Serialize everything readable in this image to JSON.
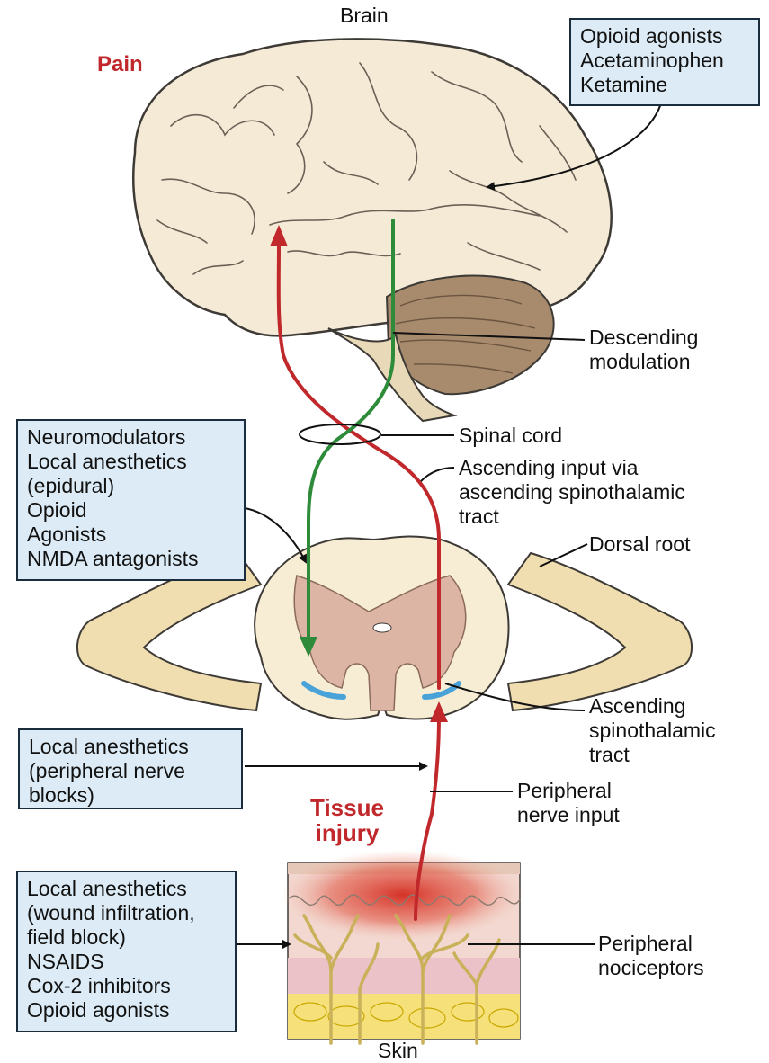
{
  "labels": {
    "brain": "Brain",
    "pain": "Pain",
    "descending": [
      "Descending",
      "modulation"
    ],
    "spinal_cord": "Spinal cord",
    "ascending_input": [
      "Ascending input via",
      "ascending spinothalamic",
      "tract"
    ],
    "dorsal_root": "Dorsal root",
    "ascending_tract": [
      "Ascending",
      "spinothalamic",
      "tract"
    ],
    "tissue_injury": [
      "Tissue",
      "injury"
    ],
    "peripheral_nerve_input": [
      "Peripheral",
      "nerve input"
    ],
    "peripheral_nociceptors": [
      "Peripheral",
      "nociceptors"
    ],
    "skin": "Skin"
  },
  "boxes": {
    "brain_drugs": [
      "Opioid agonists",
      "Acetaminophen",
      "Ketamine"
    ],
    "spinal_drugs": [
      "Neuromodulators",
      "Local anesthetics",
      "(epidural)",
      "Opioid",
      "Agonists",
      "NMDA antagonists"
    ],
    "nerve_block_drugs": [
      "Local anesthetics",
      "(peripheral nerve",
      "blocks)"
    ],
    "skin_drugs": [
      "Local anesthetics",
      "(wound infiltration,",
      "field block)",
      "NSAIDS",
      "Cox-2 inhibitors",
      "Opioid agonists"
    ]
  },
  "colors": {
    "ascending_pathway": "#c0282b",
    "descending_pathway": "#2e8b3a",
    "drug_box_fill": "#dcebf5",
    "brain_fill": "#f5ead6",
    "cerebellum_fill": "#a88a6c",
    "grey_matter": "#dcb5a5",
    "nerve_root_fill": "#f0deb0",
    "tract_marker": "#4aa3d8"
  }
}
